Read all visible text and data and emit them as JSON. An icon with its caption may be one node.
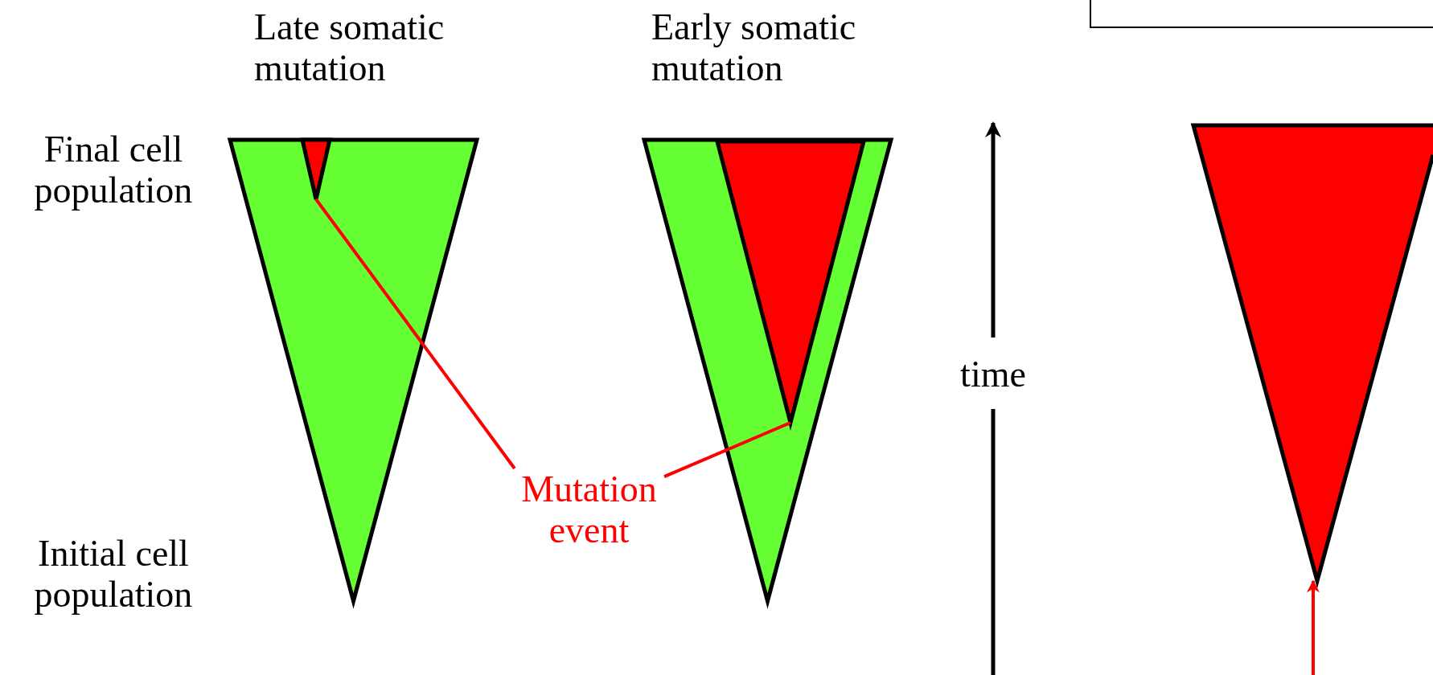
{
  "diagram": {
    "nodes": [
      {
        "text": [],
        "shape": "triangle"
      },
      {
        "text": [],
        "shape": "triangle",
        "in": 0
      },
      {
        "text": [],
        "shape": "triangle"
      },
      {
        "text": [],
        "shape": "triangle",
        "in": 2
      },
      {
        "text": [],
        "shape": "triangle"
      },
      {
        "text": [
          "Mutation event"
        ]
      }
    ],
    "edges": [
      {
        "from": 5,
        "to": 1,
        "arrow": "none",
        "color": "#ff0000"
      },
      {
        "from": 5,
        "to": 3,
        "arrow": "none",
        "color": "#ff0000"
      },
      {
        "from": null,
        "to": 4,
        "arrow": "to",
        "color": "#ff0000"
      }
    ],
    "labels": [
      "Late somatic mutation",
      "Early somatic mutation",
      "Final cell population",
      "Initial cell population",
      "time"
    ]
  }
}
